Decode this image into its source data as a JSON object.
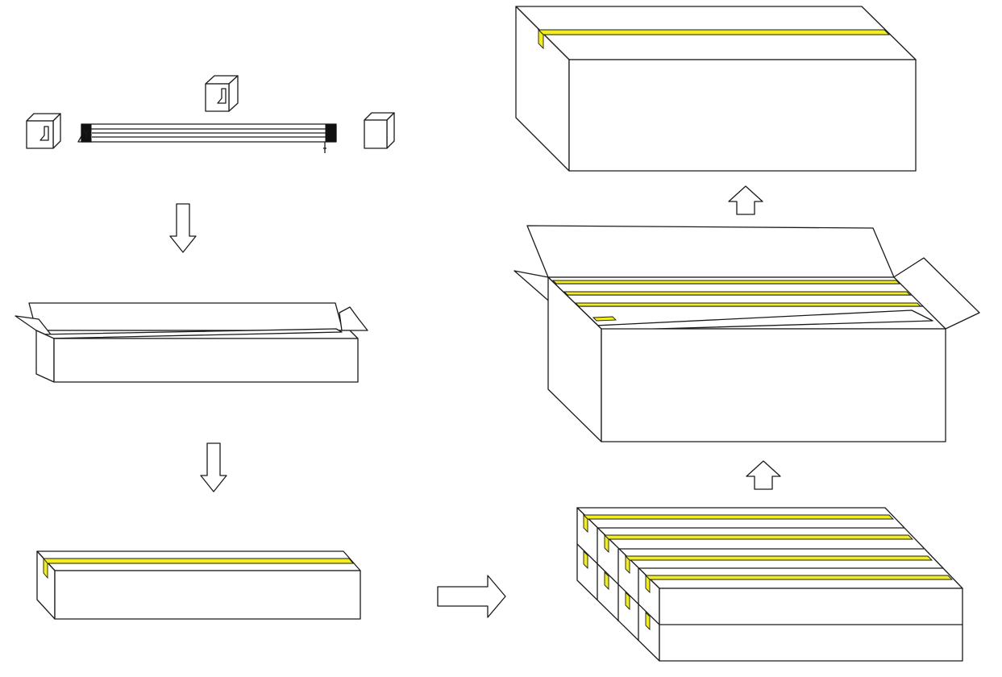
{
  "title": "",
  "colors": {
    "line": "#1a1a1a",
    "tape": "#f2ee1e",
    "background": "#ffffff"
  },
  "steps": [
    {
      "id": "product-with-end-caps"
    },
    {
      "id": "open-carton"
    },
    {
      "id": "sealed-carton"
    },
    {
      "id": "stacked-cartons"
    },
    {
      "id": "open-master-carton"
    },
    {
      "id": "sealed-master-carton"
    }
  ],
  "arrows": [
    {
      "from": "product-with-end-caps",
      "to": "open-carton",
      "direction": "down"
    },
    {
      "from": "open-carton",
      "to": "sealed-carton",
      "direction": "down"
    },
    {
      "from": "sealed-carton",
      "to": "stacked-cartons",
      "direction": "right"
    },
    {
      "from": "stacked-cartons",
      "to": "open-master-carton",
      "direction": "up"
    },
    {
      "from": "open-master-carton",
      "to": "sealed-master-carton",
      "direction": "up"
    }
  ]
}
